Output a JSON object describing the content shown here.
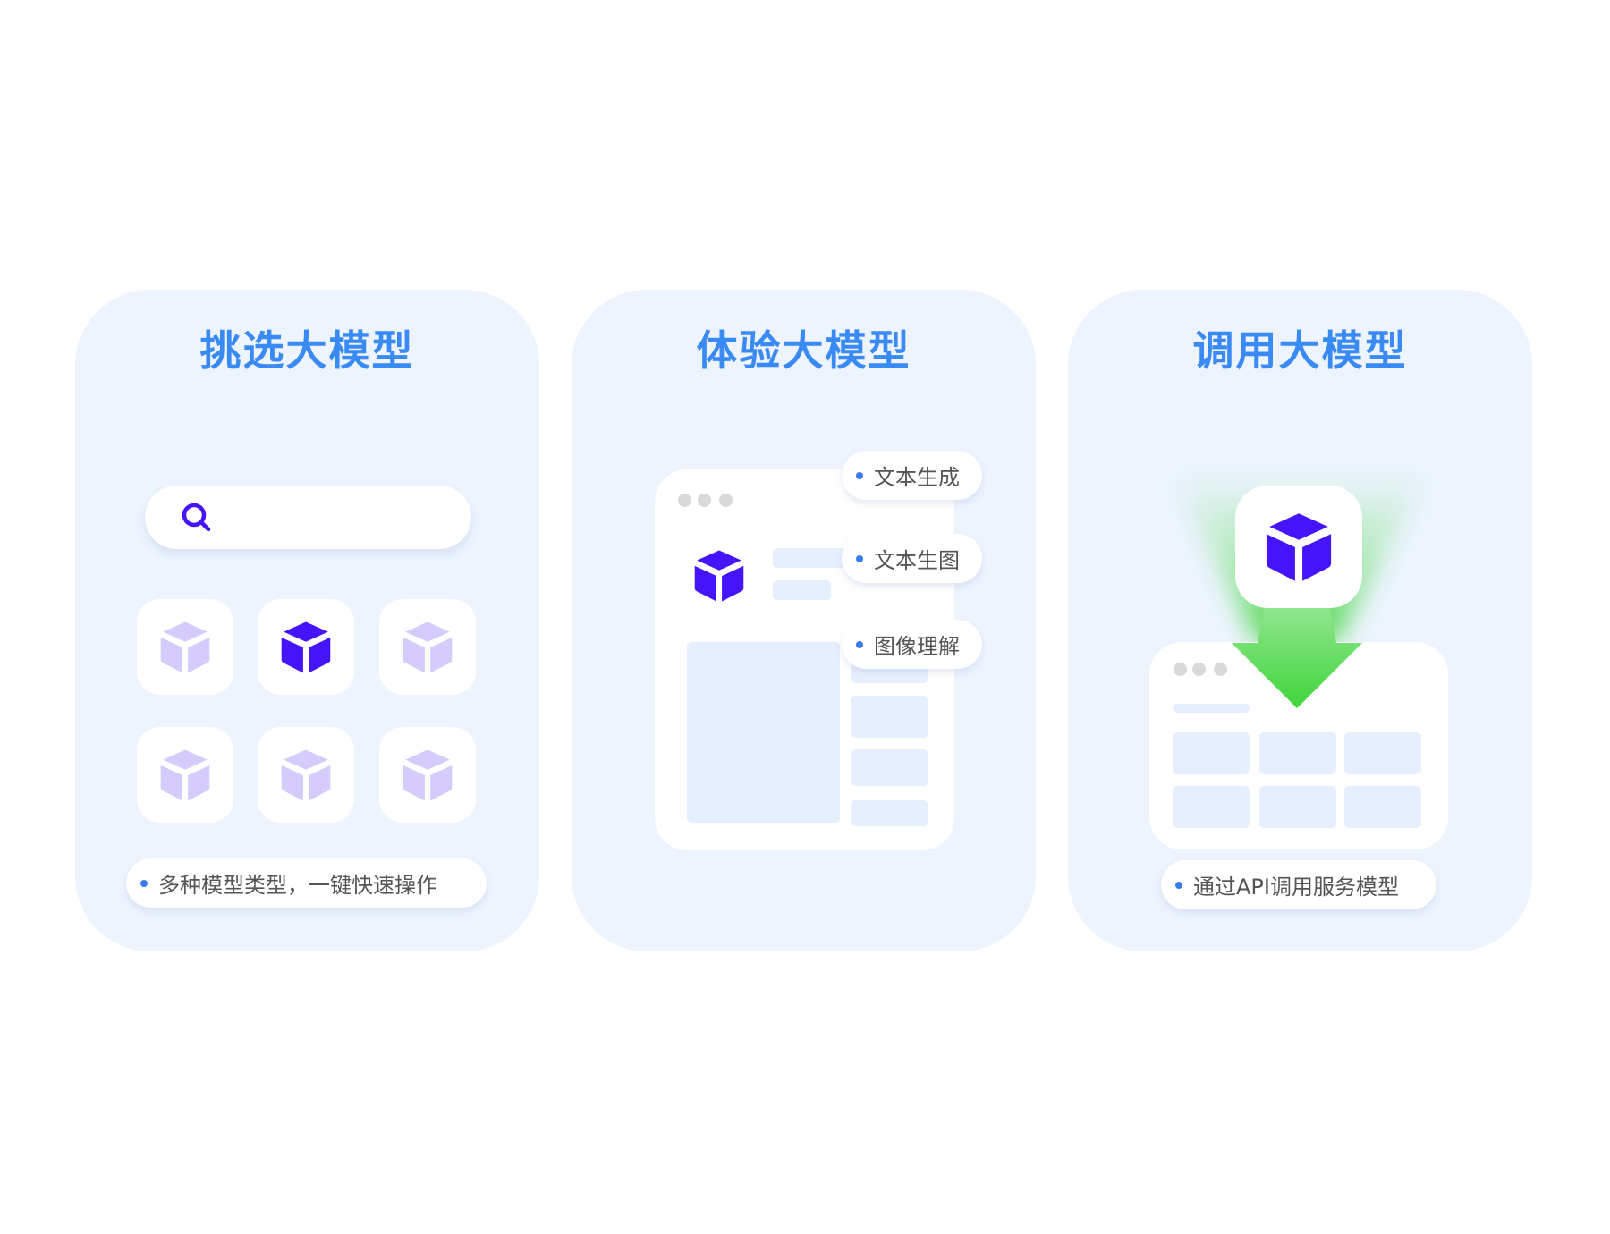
{
  "cards": [
    {
      "title": "挑选大模型",
      "caption": "多种模型类型，一键快速操作",
      "search_icon": "search-icon"
    },
    {
      "title": "体验大模型",
      "features": [
        "文本生成",
        "文本生图",
        "图像理解"
      ]
    },
    {
      "title": "调用大模型",
      "caption": "通过API调用服务模型"
    }
  ],
  "colors": {
    "accent": "#3a8af5",
    "cube": "#4514fb",
    "cube_muted": "#d5ccfd",
    "arrow": "#3fd53a",
    "card_bg": "#edf4fe"
  }
}
